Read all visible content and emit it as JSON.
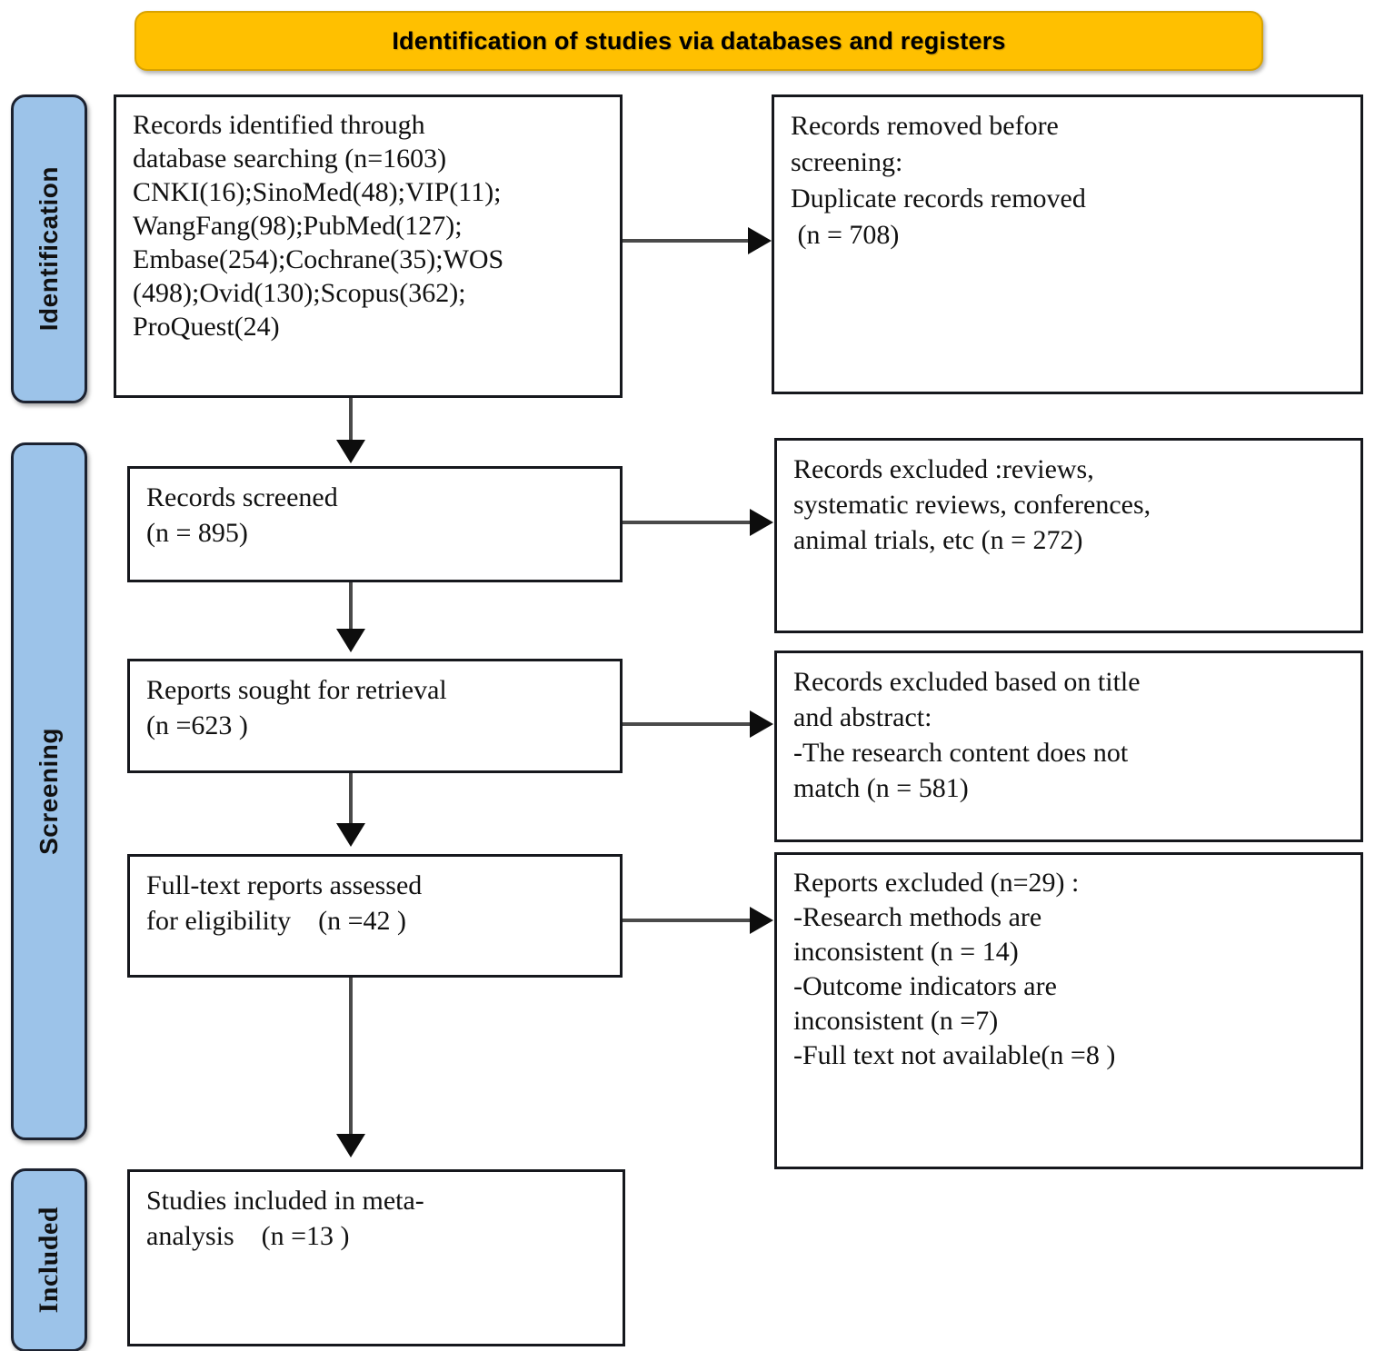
{
  "banner": {
    "title": "Identification of studies via databases and registers",
    "color": "#FFC000"
  },
  "stages": [
    {
      "id": "identification",
      "label": "Identification",
      "color": "#9CC3E9"
    },
    {
      "id": "screening",
      "label": "Screening",
      "color": "#9CC3E9"
    },
    {
      "id": "included",
      "label": "Included",
      "color": "#9CC3E9"
    }
  ],
  "boxes": {
    "identified": {
      "text": "Records identified through\ndatabase searching (n=1603)\nCNKI(16);SinoMed(48);VIP(11);\nWangFang(98);PubMed(127);\nEmbase(254);Cochrane(35);WOS\n(498);Ovid(130);Scopus(362);\nProQuest(24)"
    },
    "removed": {
      "text": "Records removed before\nscreening:\nDuplicate records removed\n (n = 708)"
    },
    "screened": {
      "text": "Records screened\n(n = 895)"
    },
    "excluded_screening": {
      "text": "Records excluded :reviews,\nsystematic reviews, conferences,\nanimal trials, etc (n = 272)"
    },
    "sought": {
      "text": "Reports sought for retrieval\n(n =623 )"
    },
    "excluded_title": {
      "text": "Records excluded based on title\nand abstract:\n-The research content does not\nmatch (n = 581)"
    },
    "fulltext": {
      "text": "Full-text reports assessed\nfor eligibility    (n =42 )"
    },
    "excluded_reports": {
      "text": "Reports excluded (n=29) :\n-Research methods are\ninconsistent (n = 14)\n-Outcome indicators are\ninconsistent (n =7)\n-Full text not available(n =8 )"
    },
    "included": {
      "text": "Studies included in meta-\nanalysis    (n =13 )"
    }
  },
  "counts": {
    "records_identified": 1603,
    "databases": [
      {
        "name": "CNKI",
        "n": 16
      },
      {
        "name": "SinoMed",
        "n": 48
      },
      {
        "name": "VIP",
        "n": 11
      },
      {
        "name": "WangFang",
        "n": 98
      },
      {
        "name": "PubMed",
        "n": 127
      },
      {
        "name": "Embase",
        "n": 254
      },
      {
        "name": "Cochrane",
        "n": 35
      },
      {
        "name": "WOS",
        "n": 498
      },
      {
        "name": "Ovid",
        "n": 130
      },
      {
        "name": "Scopus",
        "n": 362
      },
      {
        "name": "ProQuest",
        "n": 24
      }
    ],
    "duplicates_removed": 708,
    "records_screened": 895,
    "records_excluded_screening": 272,
    "reports_sought": 623,
    "records_excluded_title_abstract": 581,
    "fulltext_assessed": 42,
    "reports_excluded_total": 29,
    "reports_excluded_methods": 14,
    "reports_excluded_outcomes": 7,
    "reports_excluded_nofulltext": 8,
    "studies_included": 13
  }
}
